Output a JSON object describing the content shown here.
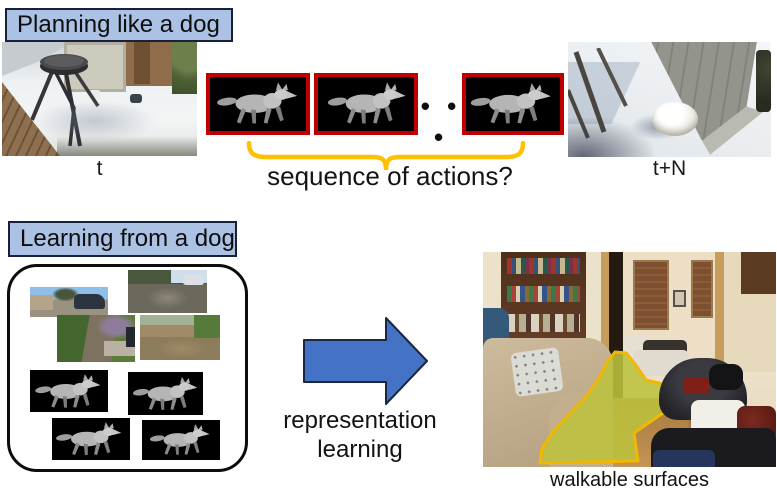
{
  "planning": {
    "label": "Planning like a dog",
    "caption_start": "t",
    "caption_end": "t+N",
    "ellipsis": "• • •",
    "question": "sequence of actions?"
  },
  "learning": {
    "label": "Learning from a dog",
    "arrow_caption": "representation learning",
    "result_caption": "walkable surfaces"
  },
  "icons": {
    "dog_silhouette": "gray 3D dog model on black tile",
    "ellipsis": "• • •"
  },
  "colors": {
    "section_label_fill": "#abc2e4",
    "section_label_border": "#18213a",
    "action_frame_border": "#c00000",
    "action_frame_bg": "#000000",
    "brace": "#ffc000",
    "arrow_fill": "#4472c4",
    "arrow_outline": "#1a2742",
    "walkable_fill": "#bcc13d",
    "walkable_outline": "#f2b705"
  }
}
